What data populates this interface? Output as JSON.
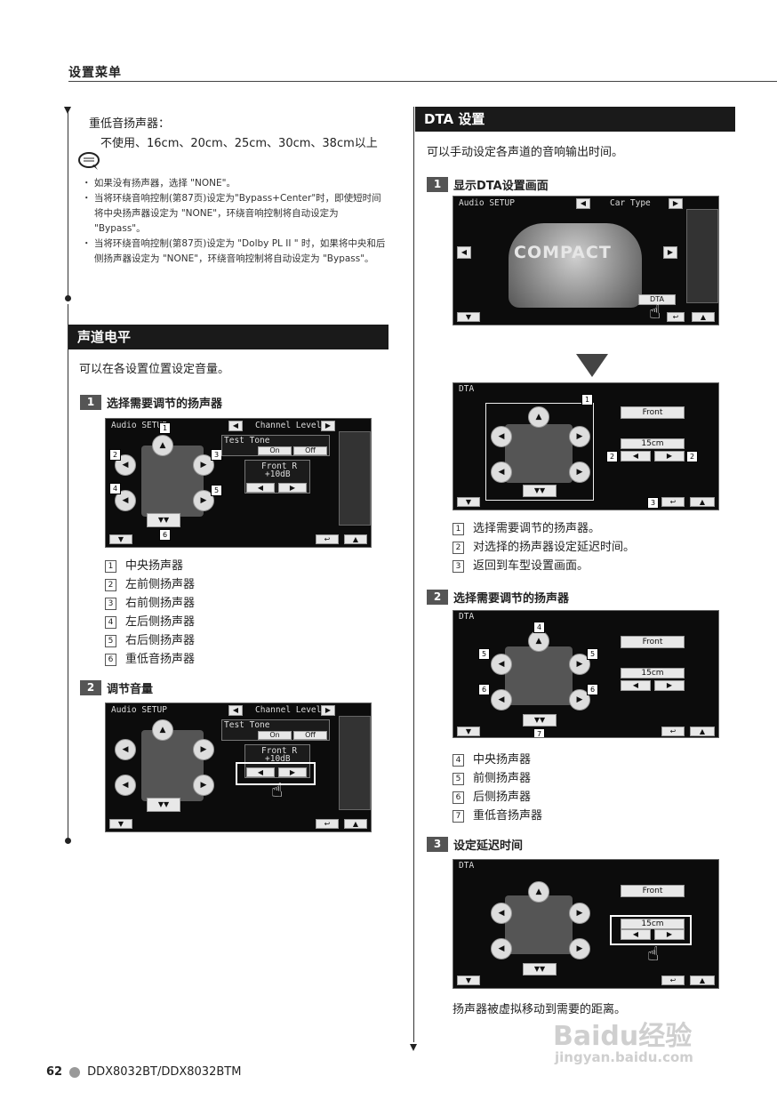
{
  "header": {
    "title": "设置菜单"
  },
  "left": {
    "sub_title": "重低音扬声器：",
    "sub_options": "不使用、16cm、20cm、25cm、30cm、38cm以上",
    "note_icon": "note-icon",
    "notes": [
      "・ 如果没有扬声器，选择 \"NONE\"。",
      "・ 当将环绕音响控制(第87页)设定为\"Bypass+Center\"时，即使短时间将中央扬声器设定为 \"NONE\"，环绕音响控制将自动设定为 \"Bypass\"。",
      "・ 当将环绕音响控制(第87页)设定为 \"Dolby PL II \" 时，如果将中央和后侧扬声器设定为 \"NONE\"，环绕音响控制将自动设定为 \"Bypass\"。"
    ],
    "section_title": "声道电平",
    "section_desc": "可以在各设置位置设定音量。",
    "step1": {
      "num": "1",
      "label": "选择需要调节的扬声器"
    },
    "step2": {
      "num": "2",
      "label": "调节音量"
    },
    "speaker_list": [
      {
        "n": "1",
        "t": "中央扬声器"
      },
      {
        "n": "2",
        "t": "左前侧扬声器"
      },
      {
        "n": "3",
        "t": "右前侧扬声器"
      },
      {
        "n": "4",
        "t": "左后侧扬声器"
      },
      {
        "n": "5",
        "t": "右后侧扬声器"
      },
      {
        "n": "6",
        "t": "重低音扬声器"
      }
    ],
    "screen": {
      "title": "Audio SETUP",
      "mode": "Channel Level",
      "test_tone": "Test Tone",
      "on": "On",
      "off": "Off",
      "front_r": "Front R",
      "level": "+10dB"
    }
  },
  "right": {
    "section_title": "DTA 设置",
    "section_desc": "可以手动设定各声道的音响输出时间。",
    "step1": {
      "num": "1",
      "label": "显示DTA设置画面"
    },
    "step2": {
      "num": "2",
      "label": "选择需要调节的扬声器"
    },
    "step3": {
      "num": "3",
      "label": "设定延迟时间"
    },
    "setup_screen": {
      "title": "Audio SETUP",
      "car_type": "Car Type",
      "car_label": "COMPACT",
      "dta_btn": "DTA"
    },
    "dta_screen": {
      "title": "DTA",
      "position": "Front",
      "distance": "15cm"
    },
    "list1": [
      {
        "n": "1",
        "t": "选择需要调节的扬声器。"
      },
      {
        "n": "2",
        "t": "对选择的扬声器设定延迟时间。"
      },
      {
        "n": "3",
        "t": "返回到车型设置画面。"
      }
    ],
    "list2": [
      {
        "n": "4",
        "t": "中央扬声器"
      },
      {
        "n": "5",
        "t": "前侧扬声器"
      },
      {
        "n": "6",
        "t": "后侧扬声器"
      },
      {
        "n": "7",
        "t": "重低音扬声器"
      }
    ],
    "final_text": "扬声器被虚拟移动到需要的距离。"
  },
  "footer": {
    "page": "62",
    "model": "DDX8032BT/DDX8032BTM"
  },
  "watermark": {
    "brand": "Baidu经验",
    "url": "jingyan.baidu.com"
  }
}
